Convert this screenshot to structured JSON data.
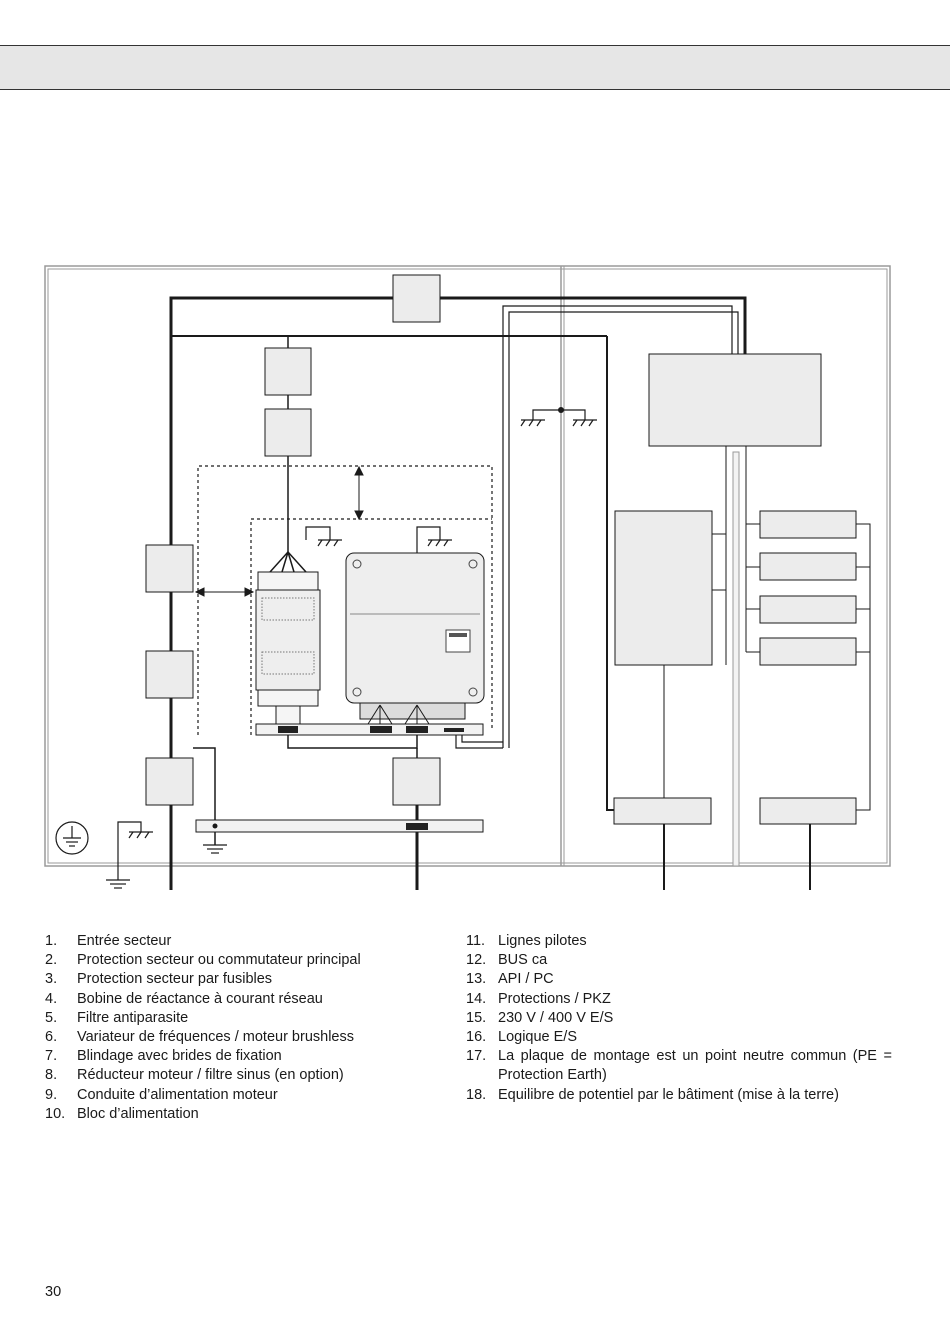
{
  "legend": {
    "left": [
      {
        "num": "1.",
        "text": "Entrée secteur"
      },
      {
        "num": "2.",
        "text": "Protection secteur ou commutateur principal"
      },
      {
        "num": "3.",
        "text": "Protection secteur par fusibles"
      },
      {
        "num": "4.",
        "text": "Bobine de réactance à courant réseau"
      },
      {
        "num": "5.",
        "text": "Filtre antiparasite"
      },
      {
        "num": "6.",
        "text": "Variateur de fréquences / moteur brushless"
      },
      {
        "num": "7.",
        "text": "Blindage avec brides de fixation"
      },
      {
        "num": "8.",
        "text": "Réducteur moteur / filtre sinus (en option)"
      },
      {
        "num": "9.",
        "text": "Conduite d’alimentation moteur"
      },
      {
        "num": "10.",
        "text": "Bloc d’alimentation"
      }
    ],
    "right": [
      {
        "num": "11.",
        "text": "Lignes pilotes"
      },
      {
        "num": "12.",
        "text": "BUS ca"
      },
      {
        "num": "13.",
        "text": "API / PC"
      },
      {
        "num": "14.",
        "text": "Protections / PKZ"
      },
      {
        "num": "15.",
        "text": "230 V / 400 V E/S"
      },
      {
        "num": "16.",
        "text": "Logique E/S"
      },
      {
        "num": "17.",
        "text": "La plaque de montage est un point neutre commun (PE = Protection Earth)"
      },
      {
        "num": "18.",
        "text": "Equilibre de potentiel par le bâtiment (mise à la terre)"
      }
    ]
  },
  "page_number": "30"
}
